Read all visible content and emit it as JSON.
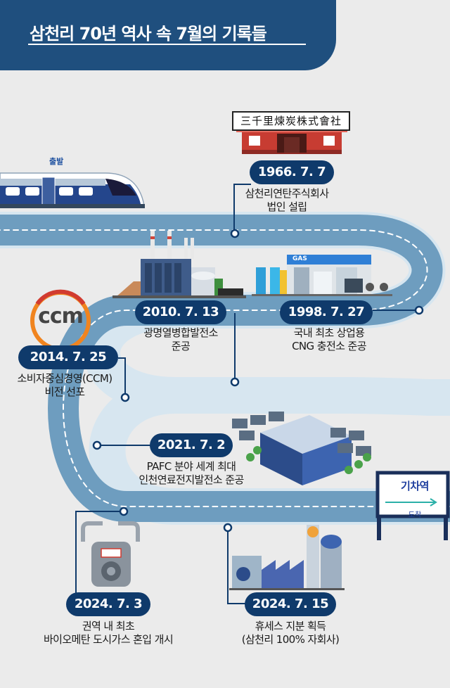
{
  "header": {
    "title": "삼천리 70년 역사 속 7월의 기록들"
  },
  "depart_label": "출발",
  "arrival_sign": {
    "title": "기차역",
    "subtitle": "도착"
  },
  "building_sign": "三千里煉炭株式會社",
  "gas_station_sign": "GAS",
  "ccm_logo_text": "ccm",
  "milestones": [
    {
      "date": "1966. 7. 7",
      "lines": [
        "삼천리연탄주식회사",
        "법인 설립"
      ]
    },
    {
      "date": "1998. 7. 27",
      "lines": [
        "국내 최초 상업용",
        "CNG 충전소 준공"
      ]
    },
    {
      "date": "2010. 7. 13",
      "lines": [
        "광명열병합발전소",
        "준공"
      ]
    },
    {
      "date": "2014. 7. 25",
      "lines": [
        "소비자중심경영(CCM)",
        "비전 선포"
      ]
    },
    {
      "date": "2021. 7. 2",
      "lines": [
        "PAFC 분야 세계 최대",
        "인천연료전지발전소 준공"
      ]
    },
    {
      "date": "2024. 7. 3",
      "lines": [
        "권역 내 최초",
        "바이오메탄 도시가스 혼입 개시"
      ]
    },
    {
      "date": "2024. 7. 15",
      "lines": [
        "휴세스 지분 획득",
        "(삼천리 100% 자회사)"
      ]
    }
  ],
  "colors": {
    "header_bg": "#1f4f7e",
    "pill_bg": "#0f3a6b",
    "road": "#6e9dbf",
    "road_edge": "#d7e6f0",
    "background": "#ebebeb"
  }
}
